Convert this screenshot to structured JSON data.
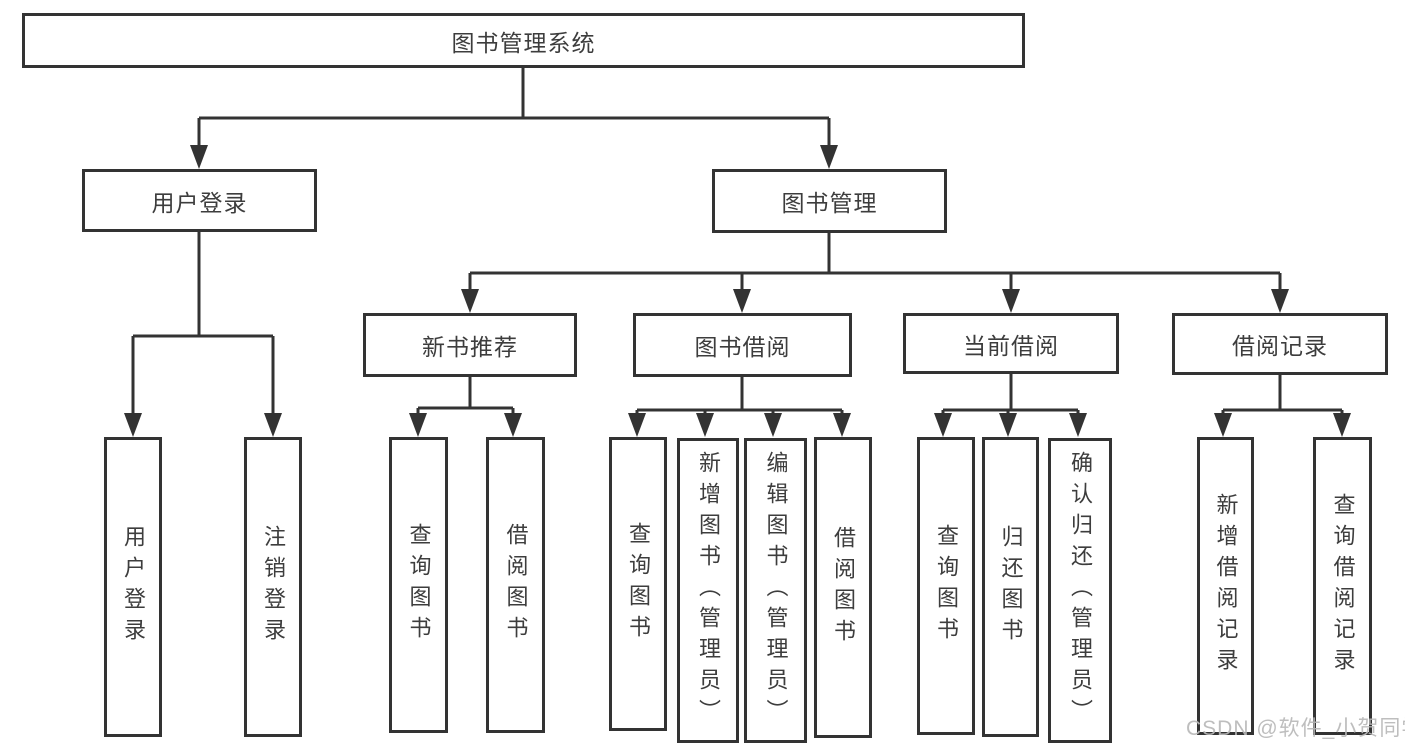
{
  "diagram": {
    "title": "图书管理系统",
    "level1": [
      {
        "label": "用户登录",
        "children": [
          "用户登录",
          "注销登录"
        ]
      },
      {
        "label": "图书管理",
        "children": [
          {
            "label": "新书推荐",
            "children": [
              "查询图书",
              "借阅图书"
            ]
          },
          {
            "label": "图书借阅",
            "children": [
              "查询图书",
              "新增图书（管理员）",
              "编辑图书（管理员）",
              "借阅图书"
            ]
          },
          {
            "label": "当前借阅",
            "children": [
              "查询图书",
              "归还图书",
              "确认归还（管理员）"
            ]
          },
          {
            "label": "借阅记录",
            "children": [
              "新增借阅记录",
              "查询借阅记录"
            ]
          }
        ]
      }
    ],
    "colors": {
      "line": "#333333",
      "text": "#3d3d3d",
      "background": "#ffffff",
      "watermark": "#b9b9b9"
    },
    "watermark": {
      "text": "CSDN @软件_小贺同学"
    }
  }
}
